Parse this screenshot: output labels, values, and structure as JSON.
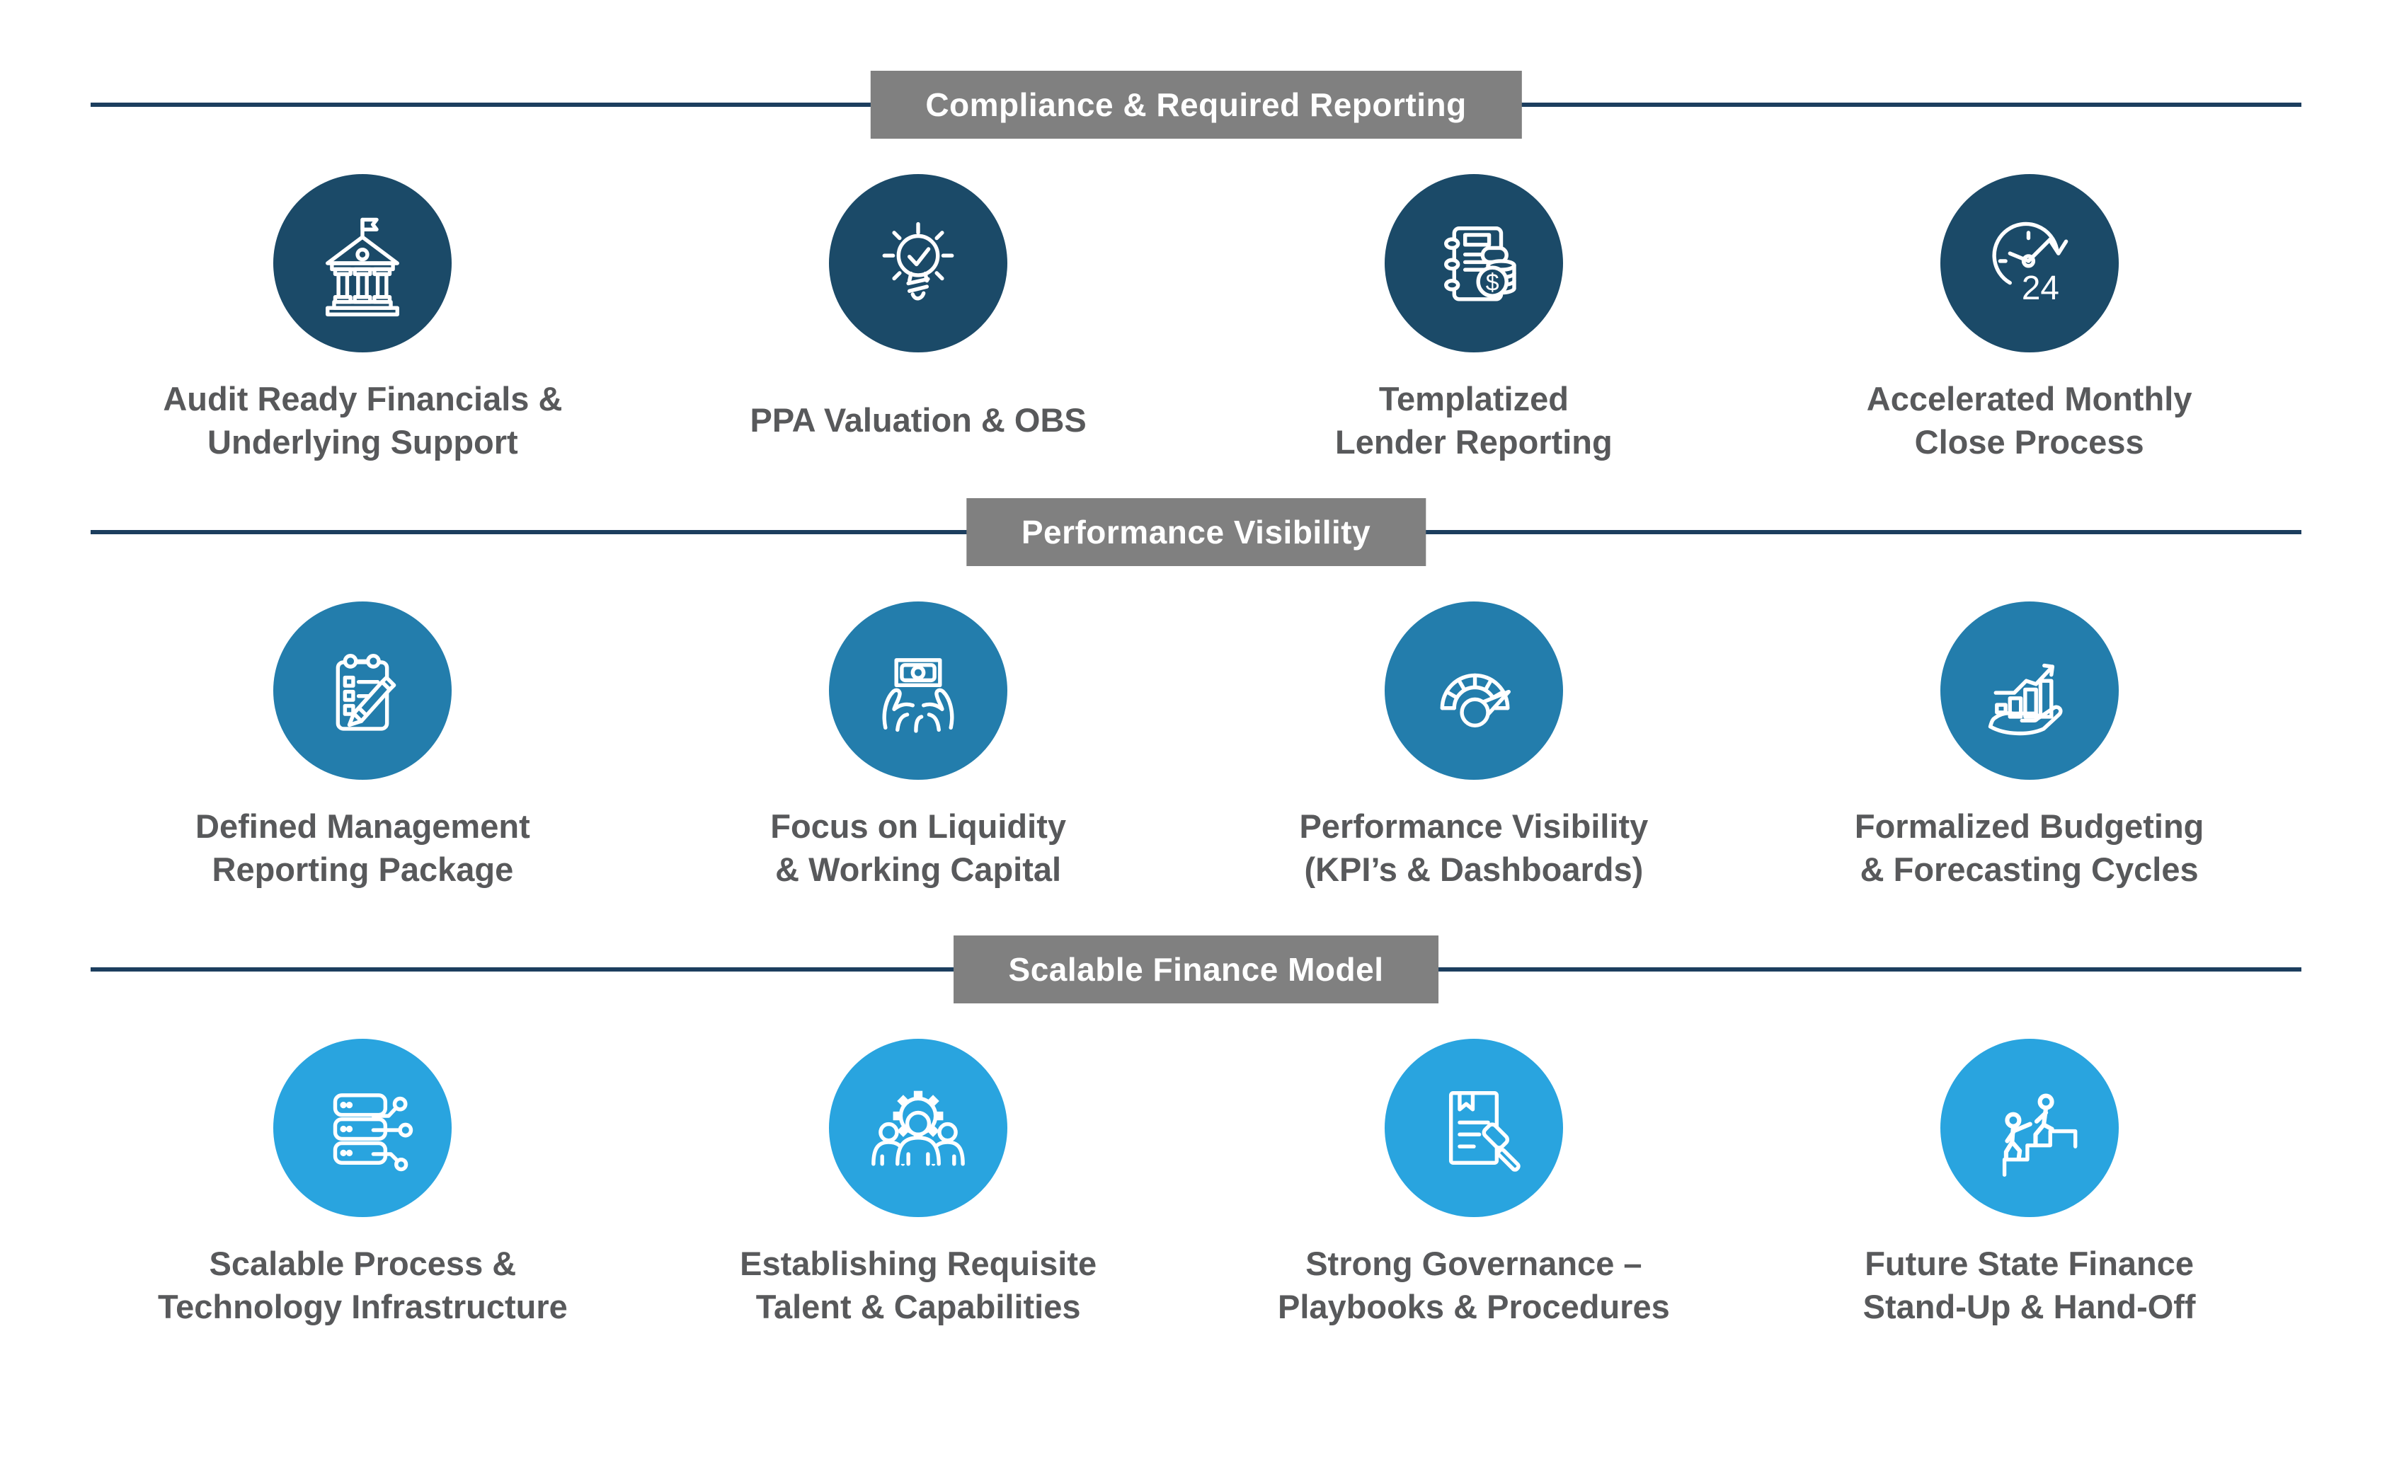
{
  "colors": {
    "background": "#ffffff",
    "header_band": "#808080",
    "header_text": "#ffffff",
    "divider_line": "#1C3E5E",
    "label_text": "#58595B",
    "row1_circle": "#1B4A68",
    "row2_circle": "#237DAC",
    "row3_circle": "#29A4DF",
    "icon_stroke": "#ffffff"
  },
  "sections": [
    {
      "title": "Compliance & Required Reporting",
      "items": [
        {
          "icon": "bank-icon",
          "label": "Audit Ready Financials &\nUnderlying Support"
        },
        {
          "icon": "lightbulb-check-icon",
          "label": "PPA Valuation & OBS"
        },
        {
          "icon": "ledger-coins-icon",
          "label": "Templatized\nLender Reporting",
          "currency_symbol": "$"
        },
        {
          "icon": "clock-24-icon",
          "label": "Accelerated Monthly\nClose Process",
          "clock_text": "24"
        }
      ]
    },
    {
      "title": "Performance Visibility",
      "items": [
        {
          "icon": "checklist-pen-icon",
          "label": "Defined Management\nReporting Package"
        },
        {
          "icon": "money-hands-icon",
          "label": "Focus on Liquidity\n& Working Capital"
        },
        {
          "icon": "gauge-icon",
          "label": "Performance Visibility\n(KPI’s & Dashboards)"
        },
        {
          "icon": "growth-chart-hand-icon",
          "label": "Formalized Budgeting\n& Forecasting Cycles"
        }
      ]
    },
    {
      "title": "Scalable Finance Model",
      "items": [
        {
          "icon": "servers-network-icon",
          "label": "Scalable Process &\nTechnology Infrastructure"
        },
        {
          "icon": "team-gear-icon",
          "label": "Establishing Requisite\nTalent & Capabilities"
        },
        {
          "icon": "governance-gavel-icon",
          "label": "Strong Governance –\nPlaybooks & Procedures"
        },
        {
          "icon": "stairs-people-icon",
          "label": "Future State Finance\nStand-Up & Hand-Off"
        }
      ]
    }
  ]
}
